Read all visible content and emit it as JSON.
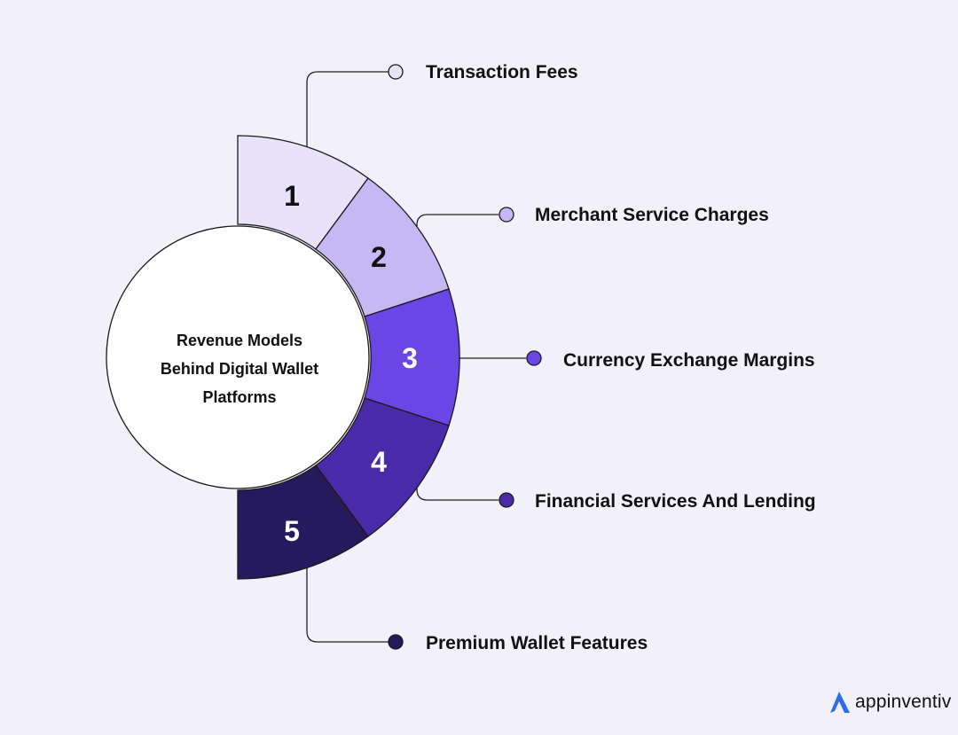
{
  "center": {
    "lines": [
      "Revenue Models",
      "Behind Digital Wallet",
      "Platforms"
    ]
  },
  "segments": [
    {
      "number": "1",
      "label": "Transaction Fees",
      "color": "#e8e3fb",
      "text_color": "#111111"
    },
    {
      "number": "2",
      "label": "Merchant Service Charges",
      "color": "#c6b8f5",
      "text_color": "#111111"
    },
    {
      "number": "3",
      "label": "Currency Exchange Margins",
      "color": "#6b45e6",
      "text_color": "#ffffff"
    },
    {
      "number": "4",
      "label": "Financial Services And Lending",
      "color": "#4a2aa8",
      "text_color": "#ffffff"
    },
    {
      "number": "5",
      "label": "Premium Wallet Features",
      "color": "#241a5c",
      "text_color": "#ffffff"
    }
  ],
  "logo": {
    "text": "appinventiv",
    "icon": "appinventiv-logo-icon",
    "color": "#2f6bf2"
  }
}
